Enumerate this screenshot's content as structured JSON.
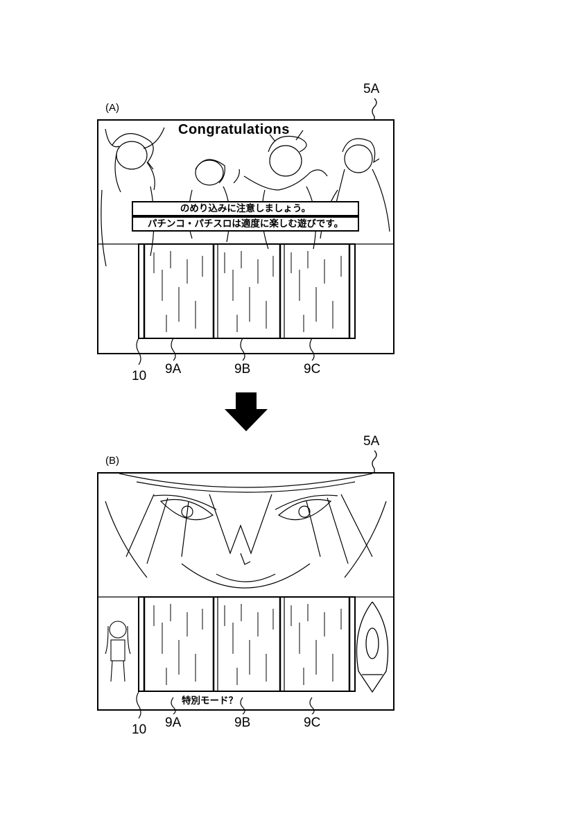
{
  "panel_a": {
    "caption": "(A)",
    "ref_screen": "5A",
    "title": "Congratulations",
    "banner_line1": "のめり込みに注意しましょう。",
    "banner_line2": "パチンコ・パチスロは適度に楽しむ遊びです。",
    "ref_frame": "10",
    "ref_reel_left": "9A",
    "ref_reel_center": "9B",
    "ref_reel_right": "9C"
  },
  "panel_b": {
    "caption": "(B)",
    "ref_screen": "5A",
    "mode_text": "特別モード？",
    "ref_frame": "10",
    "ref_reel_left": "9A",
    "ref_reel_center": "9B",
    "ref_reel_right": "9C"
  }
}
